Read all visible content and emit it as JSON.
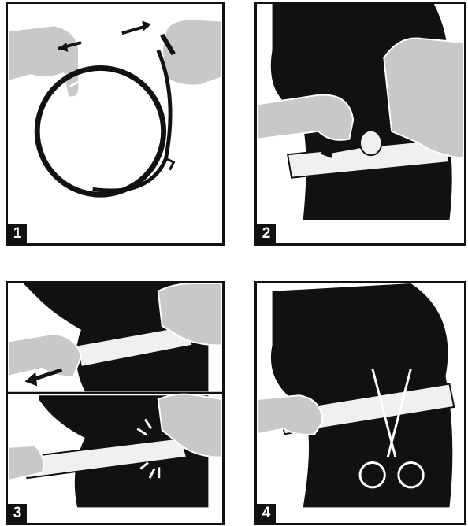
{
  "steps": [
    {
      "number": "1",
      "illustration": "collar-unroll-illustration"
    },
    {
      "number": "2",
      "illustration": "collar-fasten-illustration"
    },
    {
      "number": "3",
      "illustration": "collar-tighten-illustration"
    },
    {
      "number": "4",
      "illustration": "collar-trim-illustration"
    }
  ],
  "colors": {
    "ink": "#111111",
    "hand": "#c8c8c8",
    "collar": "#f0f0f0",
    "background": "#ffffff"
  }
}
